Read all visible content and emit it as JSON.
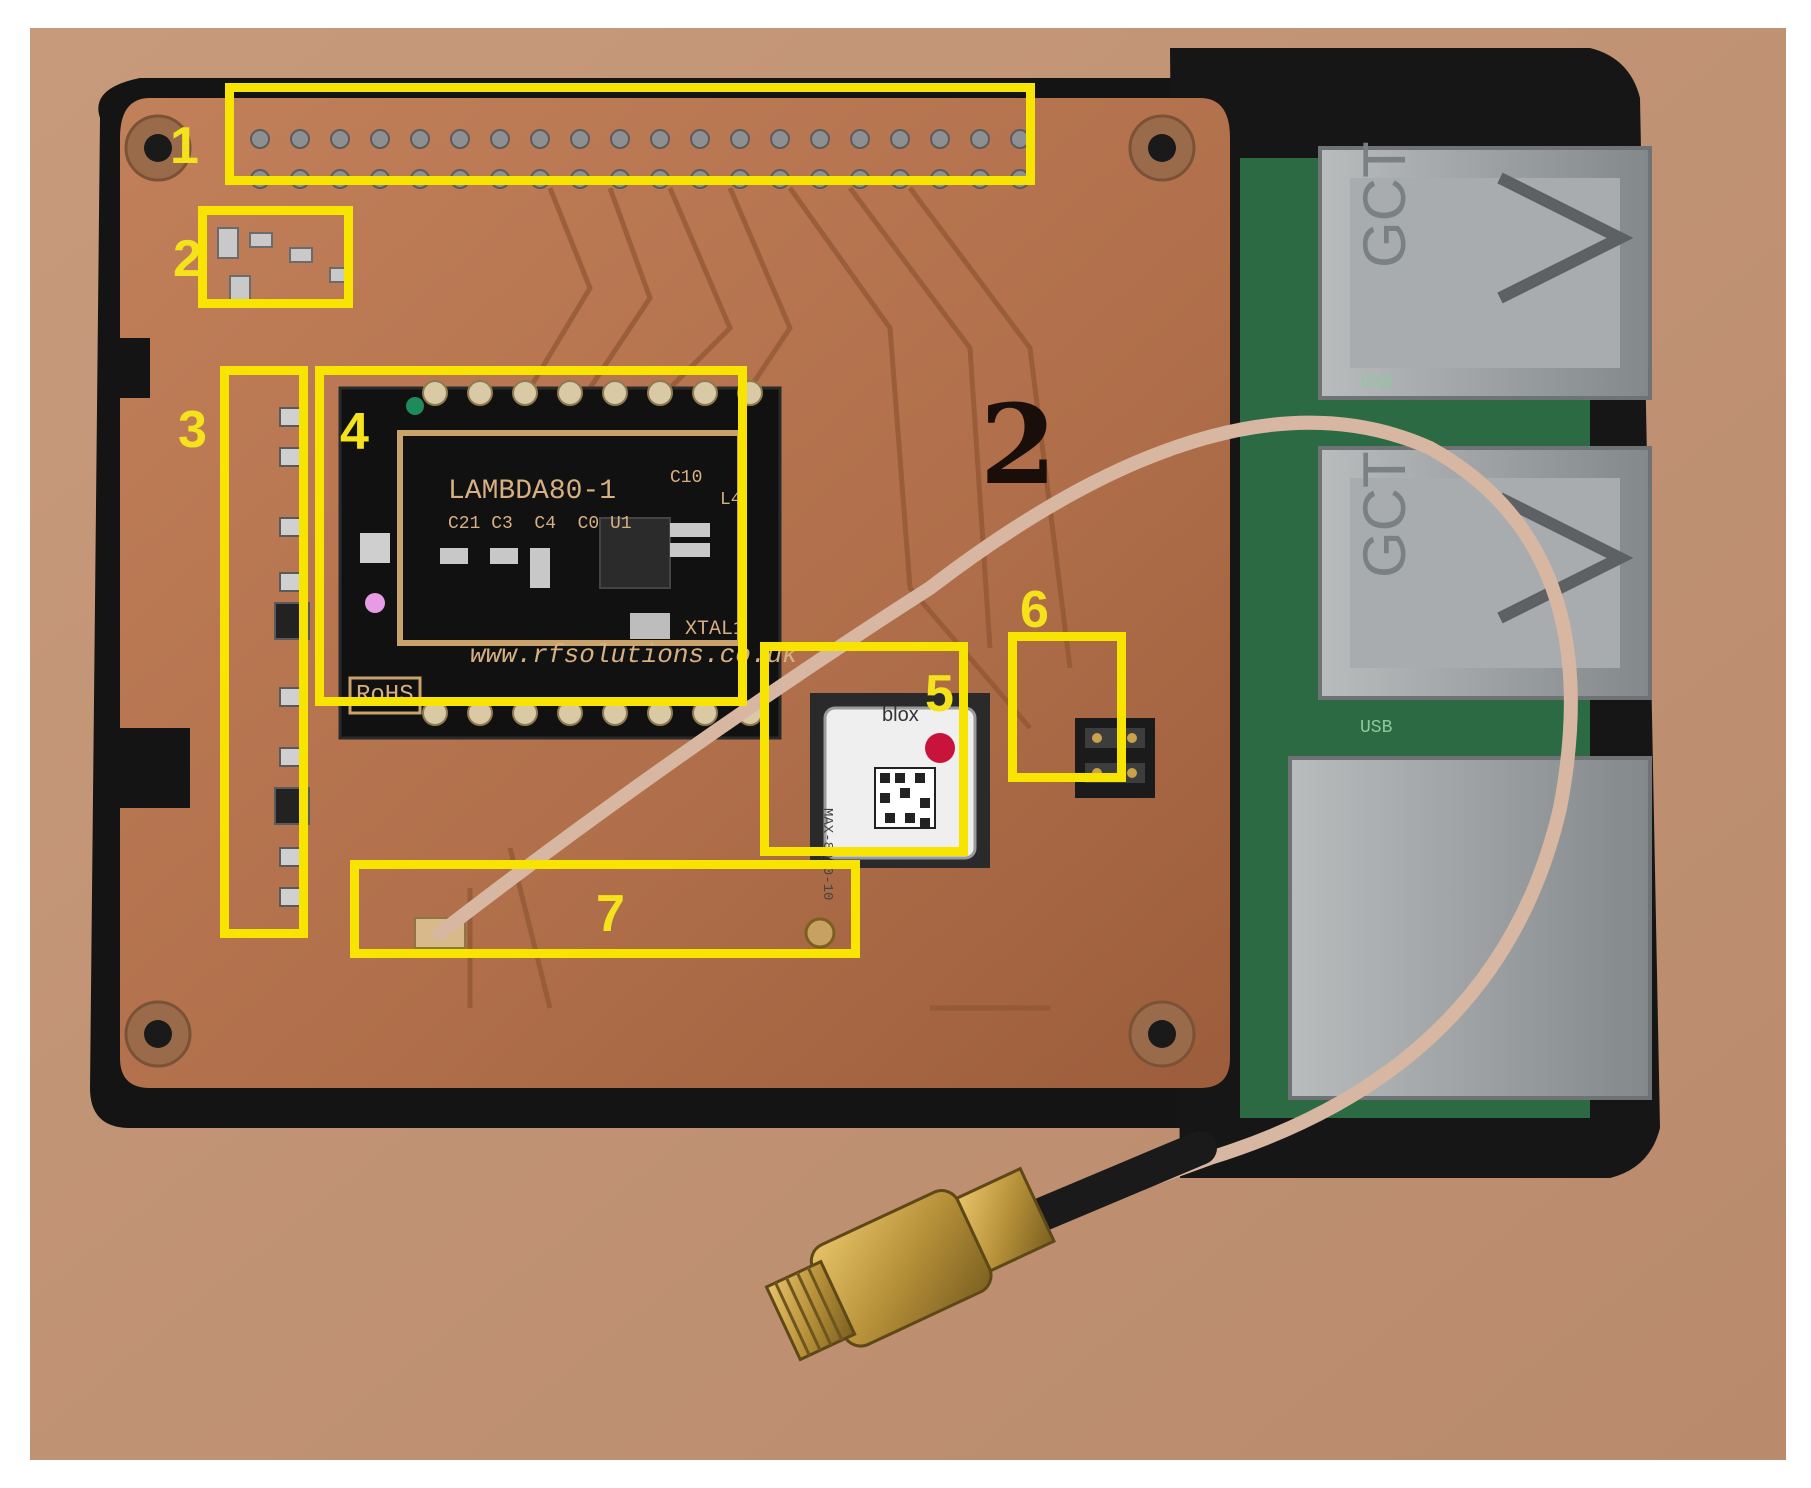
{
  "photo": {
    "callouts": [
      {
        "id": "1",
        "label": "1"
      },
      {
        "id": "2",
        "label": "2"
      },
      {
        "id": "3",
        "label": "3"
      },
      {
        "id": "4",
        "label": "4"
      },
      {
        "id": "5",
        "label": "5"
      },
      {
        "id": "6",
        "label": "6"
      },
      {
        "id": "7",
        "label": "7"
      }
    ],
    "board_marker": "2",
    "module_text": {
      "name": "LAMBDA80-1",
      "url": "www.rfsolutions.co.uk",
      "rohs": "RoHS",
      "xtal": "XTAL1",
      "caps": "C21 C3  C4  C0 U1",
      "c10": "C10",
      "l4": "L4"
    },
    "gps_text": {
      "brand": "blox",
      "model": "MAX-8Q-0-10"
    },
    "usb_text": [
      "GCT",
      "GCT"
    ],
    "usb_label": [
      "USB",
      "USB"
    ],
    "colors": {
      "callout": "#f7e400",
      "pcb": "#b8774f",
      "case": "#1a1a1a",
      "table": "#c79a7a",
      "rpi_board": "#2d6e45"
    }
  }
}
